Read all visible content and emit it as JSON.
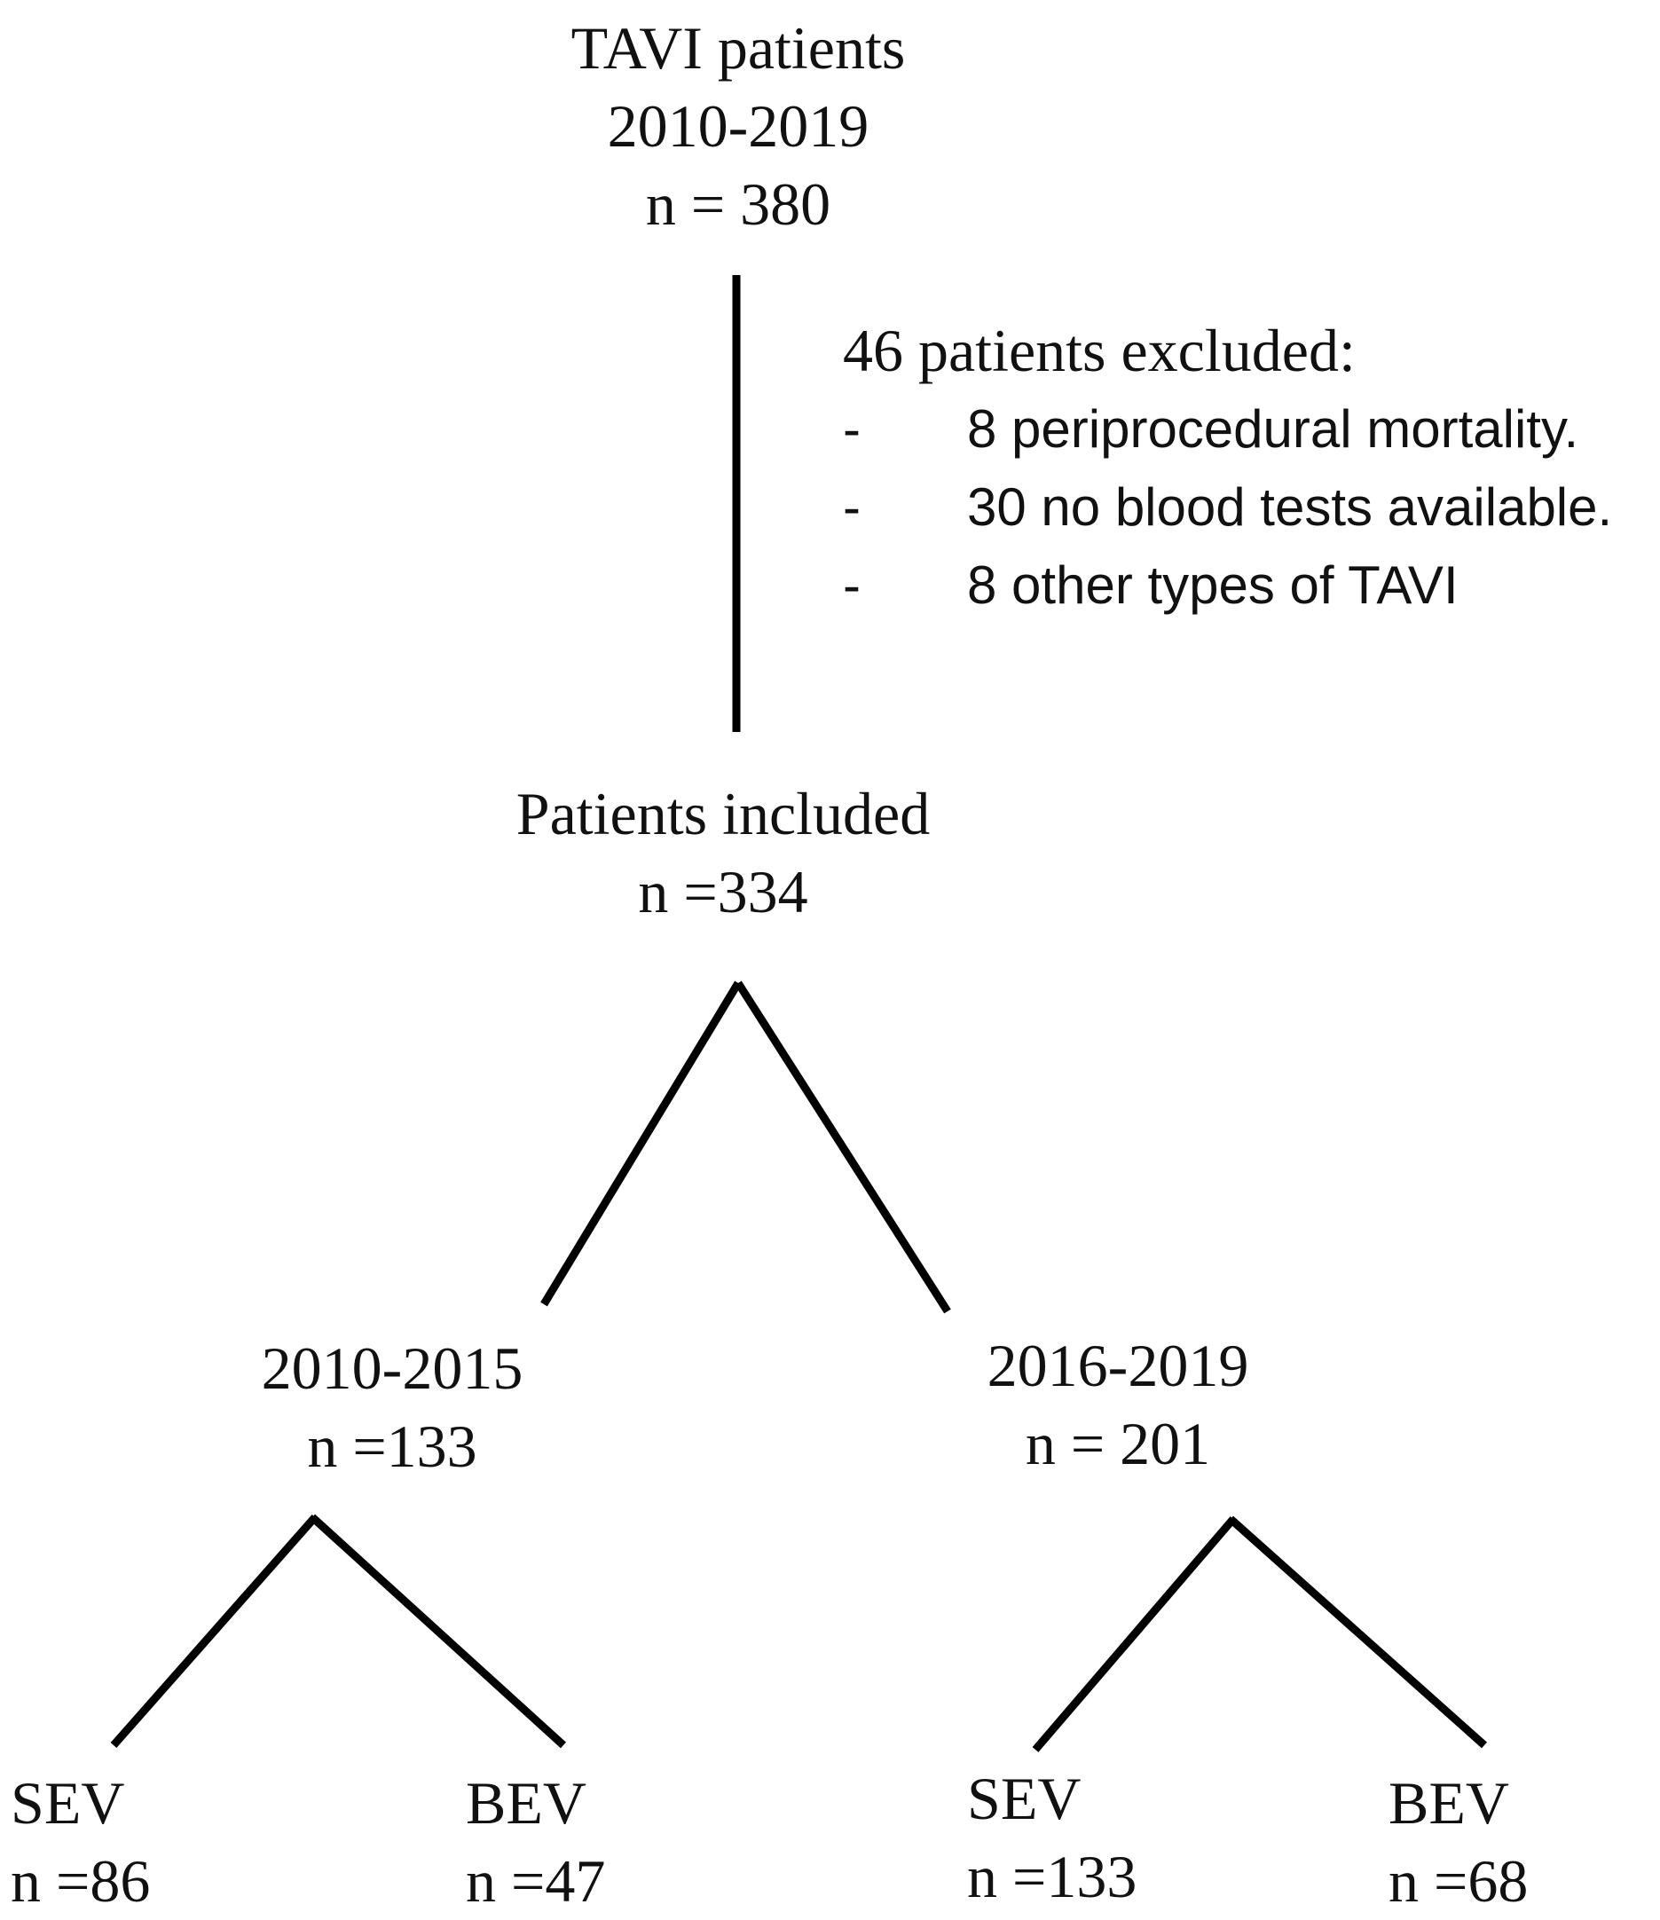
{
  "root": {
    "line1": "TAVI patients",
    "line2": "2010-2019",
    "line3": "n = 380"
  },
  "exclusions": {
    "title": "46 patients excluded:",
    "items": [
      {
        "bullet": "-",
        "text": "8 periprocedural mortality."
      },
      {
        "bullet": "-",
        "text": "30 no blood tests available."
      },
      {
        "bullet": "-",
        "text": "8 other types of TAVI"
      }
    ]
  },
  "included": {
    "line1": "Patients included",
    "line2": "n =334"
  },
  "period_early": {
    "line1": "2010-2015",
    "line2": "n =133"
  },
  "period_late": {
    "line1": "2016-2019",
    "line2": "n = 201"
  },
  "early_sev": {
    "line1": "SEV",
    "line2": "n =86"
  },
  "early_bev": {
    "line1": "BEV",
    "line2": "n =47"
  },
  "late_sev": {
    "line1": "SEV",
    "line2": "n =133"
  },
  "late_bev": {
    "line1": "BEV",
    "line2": "n =68"
  }
}
